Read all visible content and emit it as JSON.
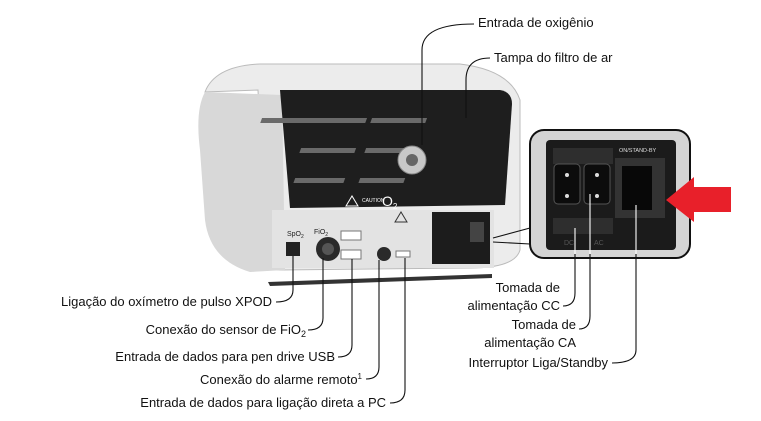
{
  "callouts": {
    "oxygen_inlet": "Entrada de oxigênio",
    "air_filter_cover": "Tampa do filtro de ar",
    "xpod_oximeter": "Ligação do oxímetro de pulso XPOD",
    "fio2_sensor_main": "Conexão do sensor de FiO",
    "fio2_sensor_sub": "2",
    "usb_pen_drive": "Entrada de dados para pen drive USB",
    "remote_alarm_main": "Conexão do alarme remoto",
    "remote_alarm_sup": "1",
    "pc_direct": "Entrada de dados para ligação direta a PC",
    "dc_socket_line1": "Tomada de",
    "dc_socket_line2": "alimentação CC",
    "ac_socket_line1": "Tomada de",
    "ac_socket_line2": "alimentação CA",
    "power_switch": "Interruptor Liga/Standby"
  },
  "device_labels": {
    "spo2": "SpO",
    "spo2_sub": "2",
    "fio2": "FiO",
    "fio2_sub": "2",
    "o2": "O",
    "o2_sub": "2",
    "caution": "CAUTION",
    "on_standby": "ON/STAND-BY",
    "dc": "DC",
    "ac": "AC"
  },
  "colors": {
    "arrow": "#e8202a",
    "housing": "#e6e6e6",
    "panel": "#1c1c1c"
  }
}
